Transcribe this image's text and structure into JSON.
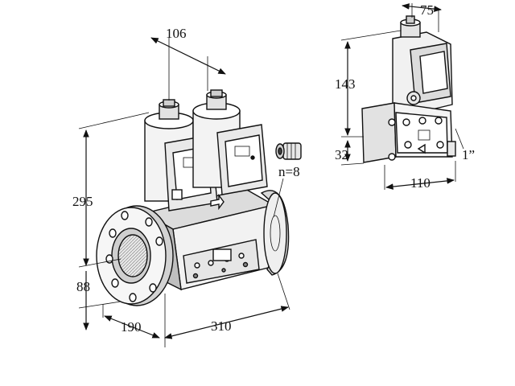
{
  "dimensions": {
    "main_top_width": "106",
    "main_height": "295",
    "main_flange_height": "88",
    "main_depth": "190",
    "main_length": "310",
    "plug_count": "n=8",
    "side_width": "75",
    "side_height": "143",
    "side_lower": "32",
    "side_length": "110",
    "side_thread": "1”"
  },
  "colors": {
    "line": "#111111",
    "body_light": "#f4f4f4",
    "body_mid": "#d9d9d9",
    "body_dark": "#a9a9a9",
    "flange_inner": "#bdbdbd"
  }
}
